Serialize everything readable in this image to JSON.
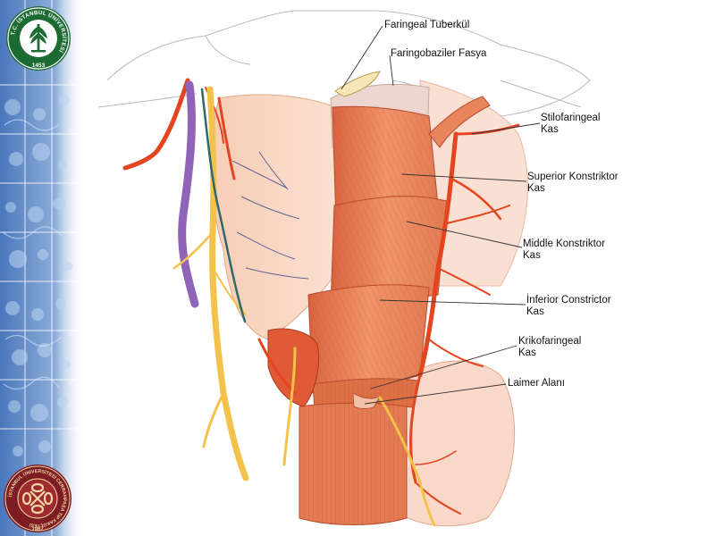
{
  "logos": {
    "top": {
      "arc_text": "T.C. İSTANBUL ÜNİVERSİTESİ",
      "year": "1453"
    },
    "bottom": {
      "arc_text": "İSTANBUL ÜNİVERSİTESİ CERRAHPAŞA TIP FAKÜLTESİ",
      "year": "1967"
    }
  },
  "labels": [
    {
      "id": "faringeal-tuberkul",
      "line1": "Faringeal Tuberkül",
      "line2": ""
    },
    {
      "id": "faringobaziler-fasya",
      "line1": "Faringobaziler Fasya",
      "line2": ""
    },
    {
      "id": "stilofaringeal-kas",
      "line1": "Stilofaringeal",
      "line2": "Kas"
    },
    {
      "id": "superior-konstriktor-kas",
      "line1": "Superior Konstriktor",
      "line2": "Kas"
    },
    {
      "id": "middle-konstriktor-kas",
      "line1": "Middle Konstriktor",
      "line2": "Kas"
    },
    {
      "id": "inferior-constrictor-kas",
      "line1": "İnferior Constrictor",
      "line2": "Kas"
    },
    {
      "id": "krikofaringeal-kas",
      "line1": "Krikofaringeal",
      "line2": "Kas"
    },
    {
      "id": "laimer-alani",
      "line1": "Laimer Alanı",
      "line2": ""
    }
  ],
  "colors": {
    "muscle": "#e9825a",
    "muscle_dark": "#c9563a",
    "artery": "#e4441f",
    "nerve": "#f3c24a",
    "vein": "#8e63b8",
    "strip_blue": "#3f6fb8"
  }
}
